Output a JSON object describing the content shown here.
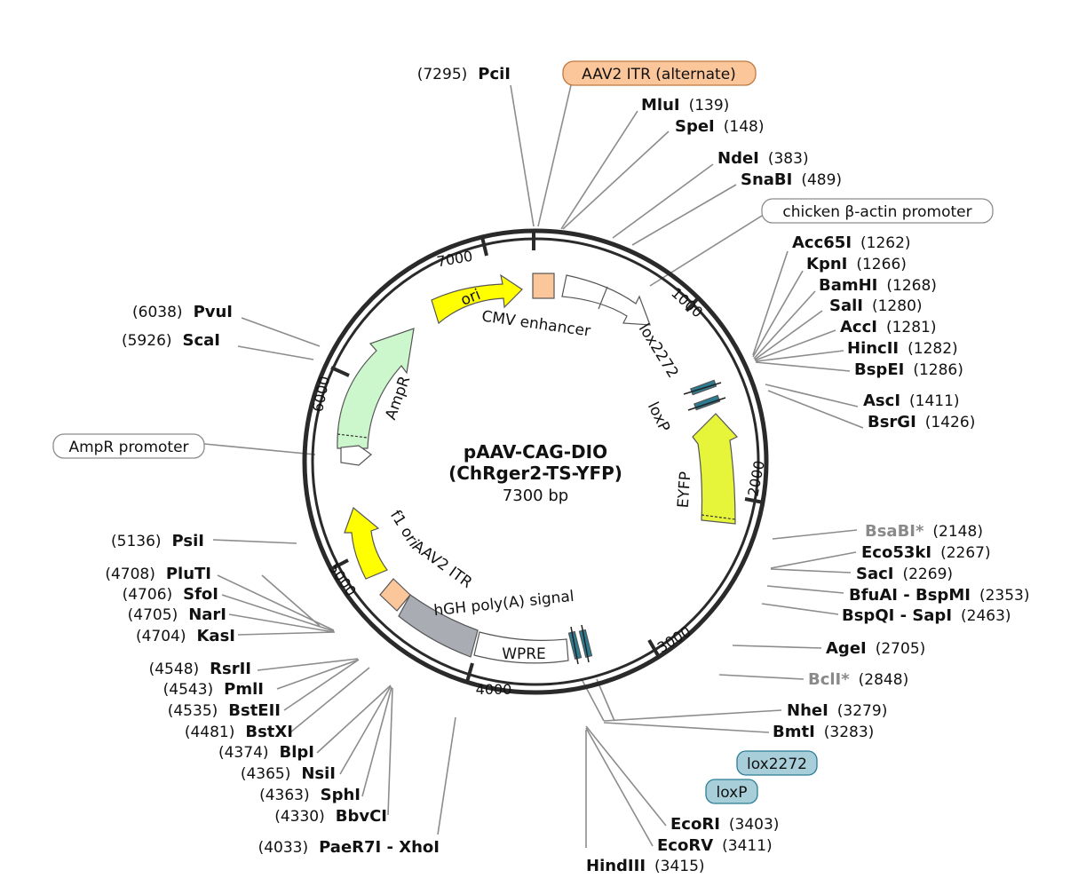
{
  "title": {
    "line1": "pAAV-CAG-DIO",
    "line2": "(ChRger2-TS-YFP)",
    "size": "7300 bp"
  },
  "ticks": [
    "1000",
    "2000",
    "3000",
    "4000",
    "5000",
    "6000",
    "7000"
  ],
  "features": {
    "ori": "ori",
    "cmv": "CMV enhancer",
    "lox2272": "lox2272",
    "loxp": "loxP",
    "eyfp": "EYFP",
    "wpre": "WPRE",
    "hgh": "hGH poly(A) signal",
    "aav2itr": "AAV2 ITR",
    "f1ori": "f1 ori",
    "ampr": "AmpR"
  },
  "callouts": {
    "aav2_itr_alt": "AAV2 ITR (alternate)",
    "chicken_actin": "chicken β-actin promoter",
    "ampr_promoter": "AmpR promoter",
    "lox2272": "lox2272",
    "loxp": "loxP"
  },
  "sites": {
    "pcii": {
      "name": "PciI",
      "pos": "(7295)"
    },
    "mlui": {
      "name": "MluI",
      "pos": "(139)"
    },
    "spei": {
      "name": "SpeI",
      "pos": "(148)"
    },
    "ndei": {
      "name": "NdeI",
      "pos": "(383)"
    },
    "snabi": {
      "name": "SnaBI",
      "pos": "(489)"
    },
    "acc65i": {
      "name": "Acc65I",
      "pos": "(1262)"
    },
    "kpni": {
      "name": "KpnI",
      "pos": "(1266)"
    },
    "bamhi": {
      "name": "BamHI",
      "pos": "(1268)"
    },
    "sali": {
      "name": "SalI",
      "pos": "(1280)"
    },
    "acci": {
      "name": "AccI",
      "pos": "(1281)"
    },
    "hincii": {
      "name": "HincII",
      "pos": "(1282)"
    },
    "bspei": {
      "name": "BspEI",
      "pos": "(1286)"
    },
    "asci": {
      "name": "AscI",
      "pos": "(1411)"
    },
    "bsrgi": {
      "name": "BsrGI",
      "pos": "(1426)"
    },
    "bsabi": {
      "name": "BsaBI*",
      "pos": "(2148)"
    },
    "eco53ki": {
      "name": "Eco53kI",
      "pos": "(2267)"
    },
    "saci": {
      "name": "SacI",
      "pos": "(2269)"
    },
    "bfuai": {
      "name": "BfuAI - BspMI",
      "pos": "(2353)"
    },
    "bspqi": {
      "name": "BspQI - SapI",
      "pos": "(2463)"
    },
    "agei": {
      "name": "AgeI",
      "pos": "(2705)"
    },
    "bcli": {
      "name": "BclI*",
      "pos": "(2848)"
    },
    "nhei": {
      "name": "NheI",
      "pos": "(3279)"
    },
    "bmti": {
      "name": "BmtI",
      "pos": "(3283)"
    },
    "ecori": {
      "name": "EcoRI",
      "pos": "(3403)"
    },
    "ecorv": {
      "name": "EcoRV",
      "pos": "(3411)"
    },
    "hindiii": {
      "name": "HindIII",
      "pos": "(3415)"
    },
    "paer7i": {
      "name": "PaeR7I - XhoI",
      "pos": "(4033)"
    },
    "bbvci": {
      "name": "BbvCI",
      "pos": "(4330)"
    },
    "sphi": {
      "name": "SphI",
      "pos": "(4363)"
    },
    "nsii": {
      "name": "NsiI",
      "pos": "(4365)"
    },
    "blpi": {
      "name": "BlpI",
      "pos": "(4374)"
    },
    "bstxi": {
      "name": "BstXI",
      "pos": "(4481)"
    },
    "bsteii": {
      "name": "BstEII",
      "pos": "(4535)"
    },
    "pmli": {
      "name": "PmlI",
      "pos": "(4543)"
    },
    "rsrii": {
      "name": "RsrII",
      "pos": "(4548)"
    },
    "kasi": {
      "name": "KasI",
      "pos": "(4704)"
    },
    "nari": {
      "name": "NarI",
      "pos": "(4705)"
    },
    "sfoi": {
      "name": "SfoI",
      "pos": "(4706)"
    },
    "pluti": {
      "name": "PluTI",
      "pos": "(4708)"
    },
    "psii": {
      "name": "PsiI",
      "pos": "(5136)"
    },
    "scai": {
      "name": "ScaI",
      "pos": "(5926)"
    },
    "pvui": {
      "name": "PvuI",
      "pos": "(6038)"
    }
  },
  "colors": {
    "backbone": "#2a2a2a",
    "ori": "#ffff00",
    "itr": "#fcc69b",
    "ampr": "#ccf7cc",
    "eyfp": "#e6f53a",
    "polya": "#a9adb3",
    "lox": "#2b7d94",
    "leader": "#8c8c8c",
    "callout_lox": "#a8cfd9"
  }
}
